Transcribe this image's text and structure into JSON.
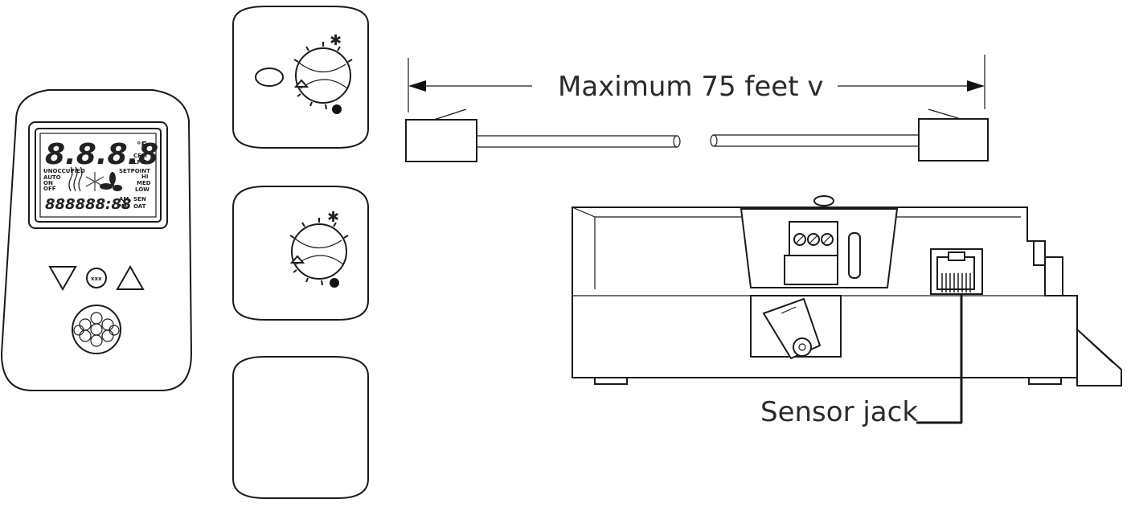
{
  "labels": {
    "distance": "Maximum 75 feet v",
    "sensor_jack": "Sensor jack"
  },
  "lcd": {
    "digits": "8.8.8.8",
    "deg_f": "°F",
    "unoccupied": "UNOCCUPIED",
    "setpoint": "SETPOINT",
    "cfm": "CFM",
    "lpm": "LPM",
    "auto": "AUTO",
    "on": "ON",
    "off": "OFF",
    "hi": "HI",
    "med": "MED",
    "low": "LOW",
    "clock": "888888:88",
    "am": "AM",
    "pm": "PM",
    "sen": "SEN",
    "oat": "OAT"
  },
  "icons": {
    "down": "down-arrow-icon",
    "mode": "mode-button-icon",
    "up": "up-arrow-icon",
    "fan": "fan-icon",
    "snow": "snowflake-icon",
    "heat": "heat-icon"
  }
}
